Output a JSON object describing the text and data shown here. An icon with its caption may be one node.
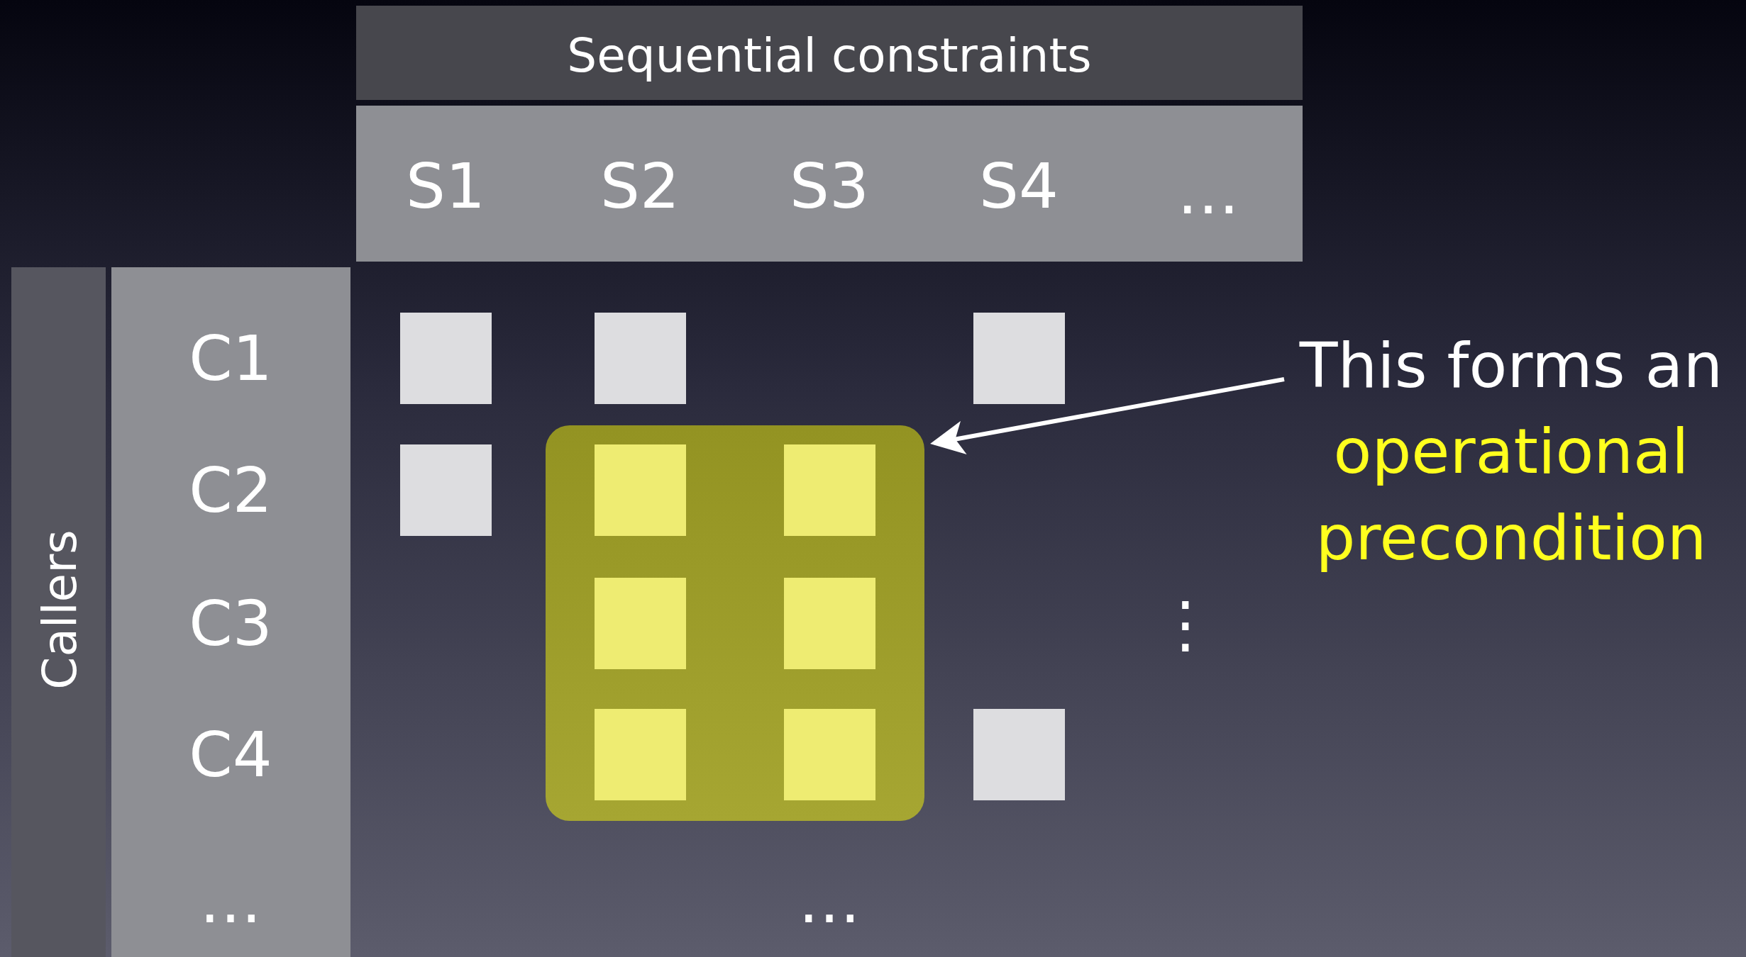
{
  "diagram": {
    "nodes": [
      {
        "text": [],
        "shape": "box"
      },
      {
        "text": [],
        "shape": "box"
      },
      {
        "text": [],
        "shape": "box"
      },
      {
        "text": [],
        "shape": "box"
      },
      {
        "text": [],
        "shape": "box"
      },
      {
        "text": [],
        "shape": "box",
        "in": 4
      },
      {
        "text": [],
        "shape": "box",
        "in": 4
      },
      {
        "text": [],
        "shape": "box",
        "in": 4
      },
      {
        "text": [],
        "shape": "box",
        "in": 4
      },
      {
        "text": [],
        "shape": "box",
        "in": 4
      },
      {
        "text": [],
        "shape": "box",
        "in": 4
      },
      {
        "text": [],
        "shape": "box"
      },
      {
        "text": [
          "This forms an",
          "operational precondition"
        ]
      }
    ],
    "edges": [
      {
        "from": 12,
        "to": 4,
        "arrow": "to"
      }
    ],
    "labels": [
      "Sequential constraints",
      "S1",
      "S2",
      "S3",
      "S4",
      "…",
      "Callers",
      "C1",
      "C2",
      "C3",
      "C4",
      "…",
      "⋮",
      "…"
    ]
  }
}
